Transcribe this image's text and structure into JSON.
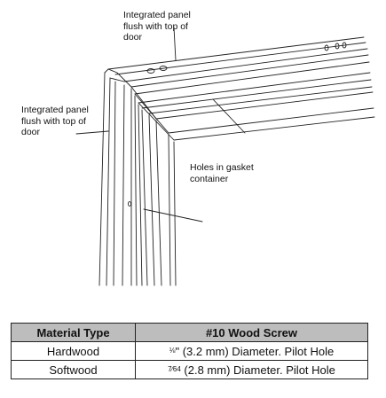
{
  "callouts": {
    "top": [
      "Integrated panel",
      "flush with top of",
      "door"
    ],
    "left": [
      "Integrated panel",
      "flush with top of",
      "door"
    ],
    "holes": [
      "Holes in gasket",
      "container"
    ]
  },
  "table": {
    "headers": [
      "Material Type",
      "#10 Wood Screw"
    ],
    "rows": [
      {
        "material": "Hardwood",
        "frac": "⅛",
        "pilot": "\" (3.2 mm) Diameter. Pilot Hole"
      },
      {
        "material": "Softwood",
        "frac": "7⁄64",
        "pilot": " (2.8 mm) Diameter. Pilot Hole"
      }
    ]
  },
  "colors": {
    "line": "#222222",
    "header_bg": "#bdbdbd"
  }
}
